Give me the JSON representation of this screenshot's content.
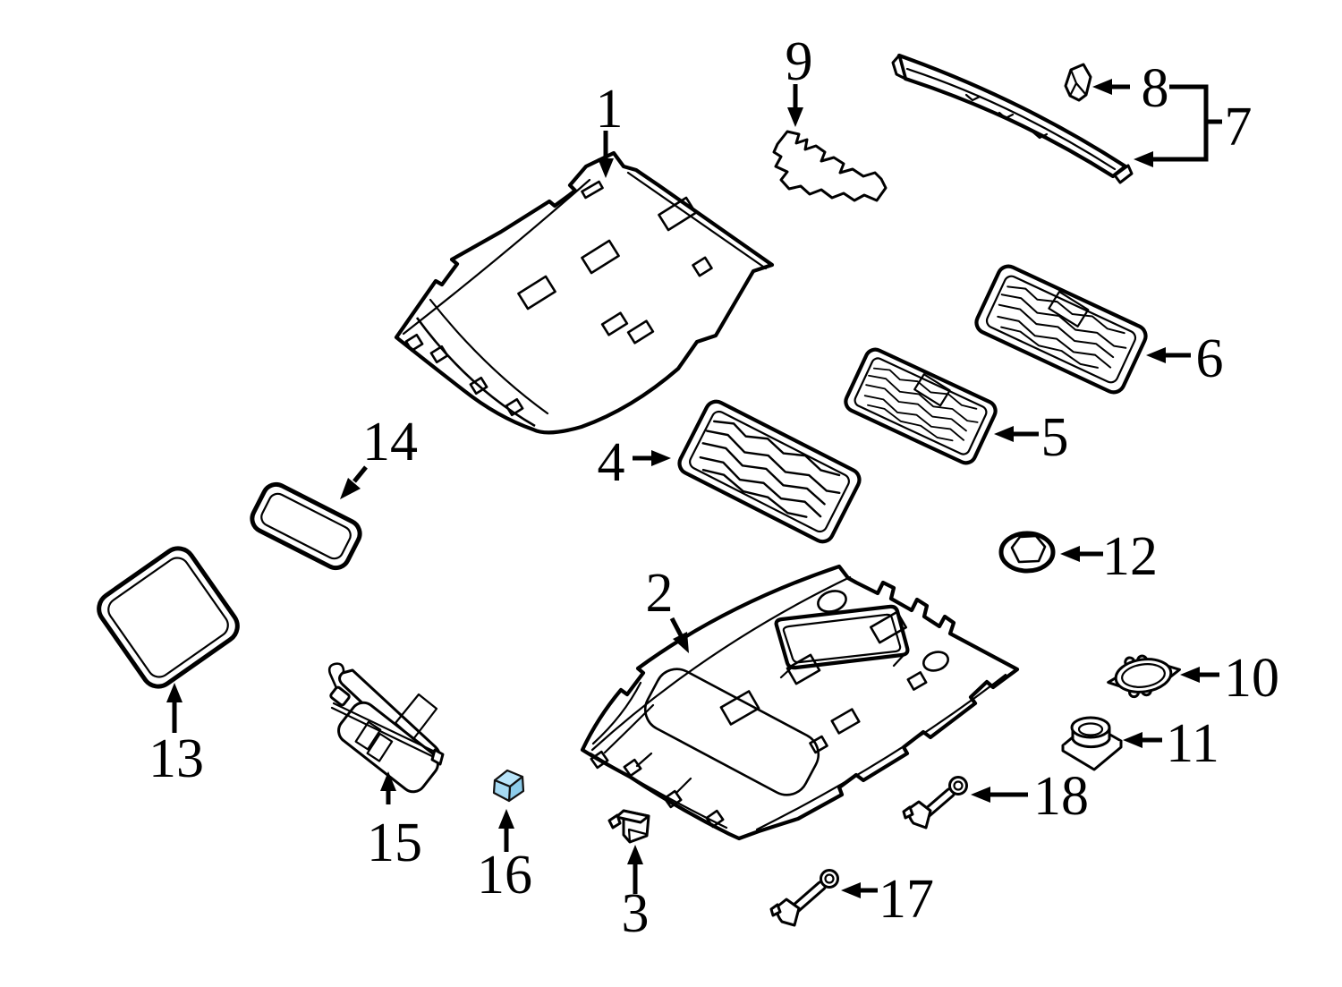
{
  "diagram": {
    "background_color": "#ffffff",
    "line_color": "#000000",
    "highlight_part_colors": {
      "top": "#b9e4f9",
      "front": "#a6daf3",
      "side": "#8dccea"
    },
    "callouts": [
      {
        "number": "1"
      },
      {
        "number": "2"
      },
      {
        "number": "3"
      },
      {
        "number": "4"
      },
      {
        "number": "5"
      },
      {
        "number": "6"
      },
      {
        "number": "7"
      },
      {
        "number": "8"
      },
      {
        "number": "9"
      },
      {
        "number": "10"
      },
      {
        "number": "11"
      },
      {
        "number": "12"
      },
      {
        "number": "13"
      },
      {
        "number": "14"
      },
      {
        "number": "15"
      },
      {
        "number": "16"
      },
      {
        "number": "17"
      },
      {
        "number": "18"
      }
    ]
  }
}
